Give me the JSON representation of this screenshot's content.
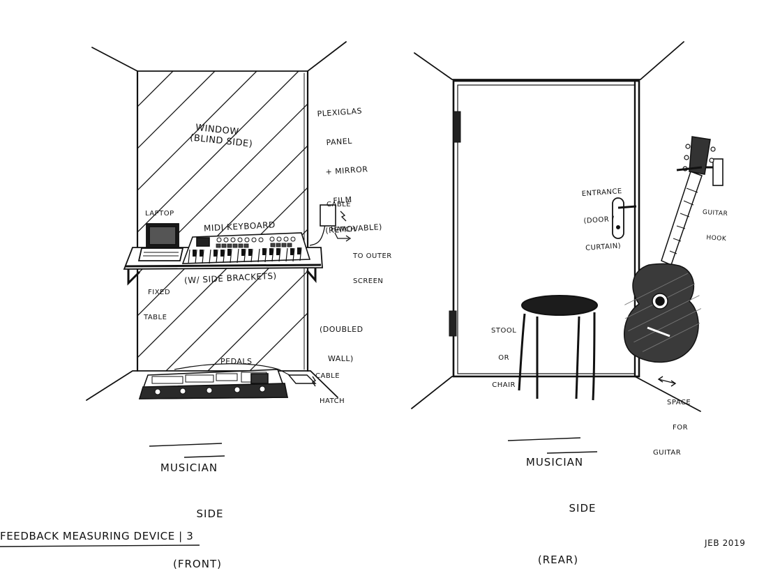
{
  "labels": {
    "window": "WINDOW",
    "window_note": "(BLIND SIDE)",
    "plexiglas": [
      "PLEXIGLAS",
      "PANEL",
      "+ MIRROR",
      "FILM",
      "(REMOVABLE)"
    ],
    "cable_hatch_top": [
      "CABLE",
      "HATCH"
    ],
    "to_outer_screen": [
      "TO OUTER",
      "SCREEN"
    ],
    "laptop": "LAPTOP",
    "midi_keyboard": "MIDI KEYBOARD",
    "fixed_table": [
      "FIXED",
      "TABLE"
    ],
    "side_brackets": "(W/ SIDE BRACKETS)",
    "doubled_wall": [
      "(DOUBLED",
      "WALL)"
    ],
    "pedals": "PEDALS",
    "cable_hatch_bottom": [
      "CABLE",
      "HATCH"
    ],
    "entrance": [
      "ENTRANCE",
      "(DOOR /",
      "CURTAIN)"
    ],
    "guitar_hook": [
      "GUITAR",
      "HOOK"
    ],
    "stool": [
      "STOOL",
      "OR",
      "CHAIR"
    ],
    "space_for_guitar": [
      "SPACE",
      "FOR",
      "GUITAR"
    ]
  },
  "captions": {
    "left": {
      "line1": "MUSICIAN",
      "line2": "SIDE",
      "line3": "(FRONT)"
    },
    "right": {
      "line1": "MUSICIAN",
      "line2": "SIDE",
      "line3": "(REAR)"
    }
  },
  "footer": {
    "title": "FEEDBACK MEASURING DEVICE | 3",
    "signature": "JEB 2019"
  }
}
